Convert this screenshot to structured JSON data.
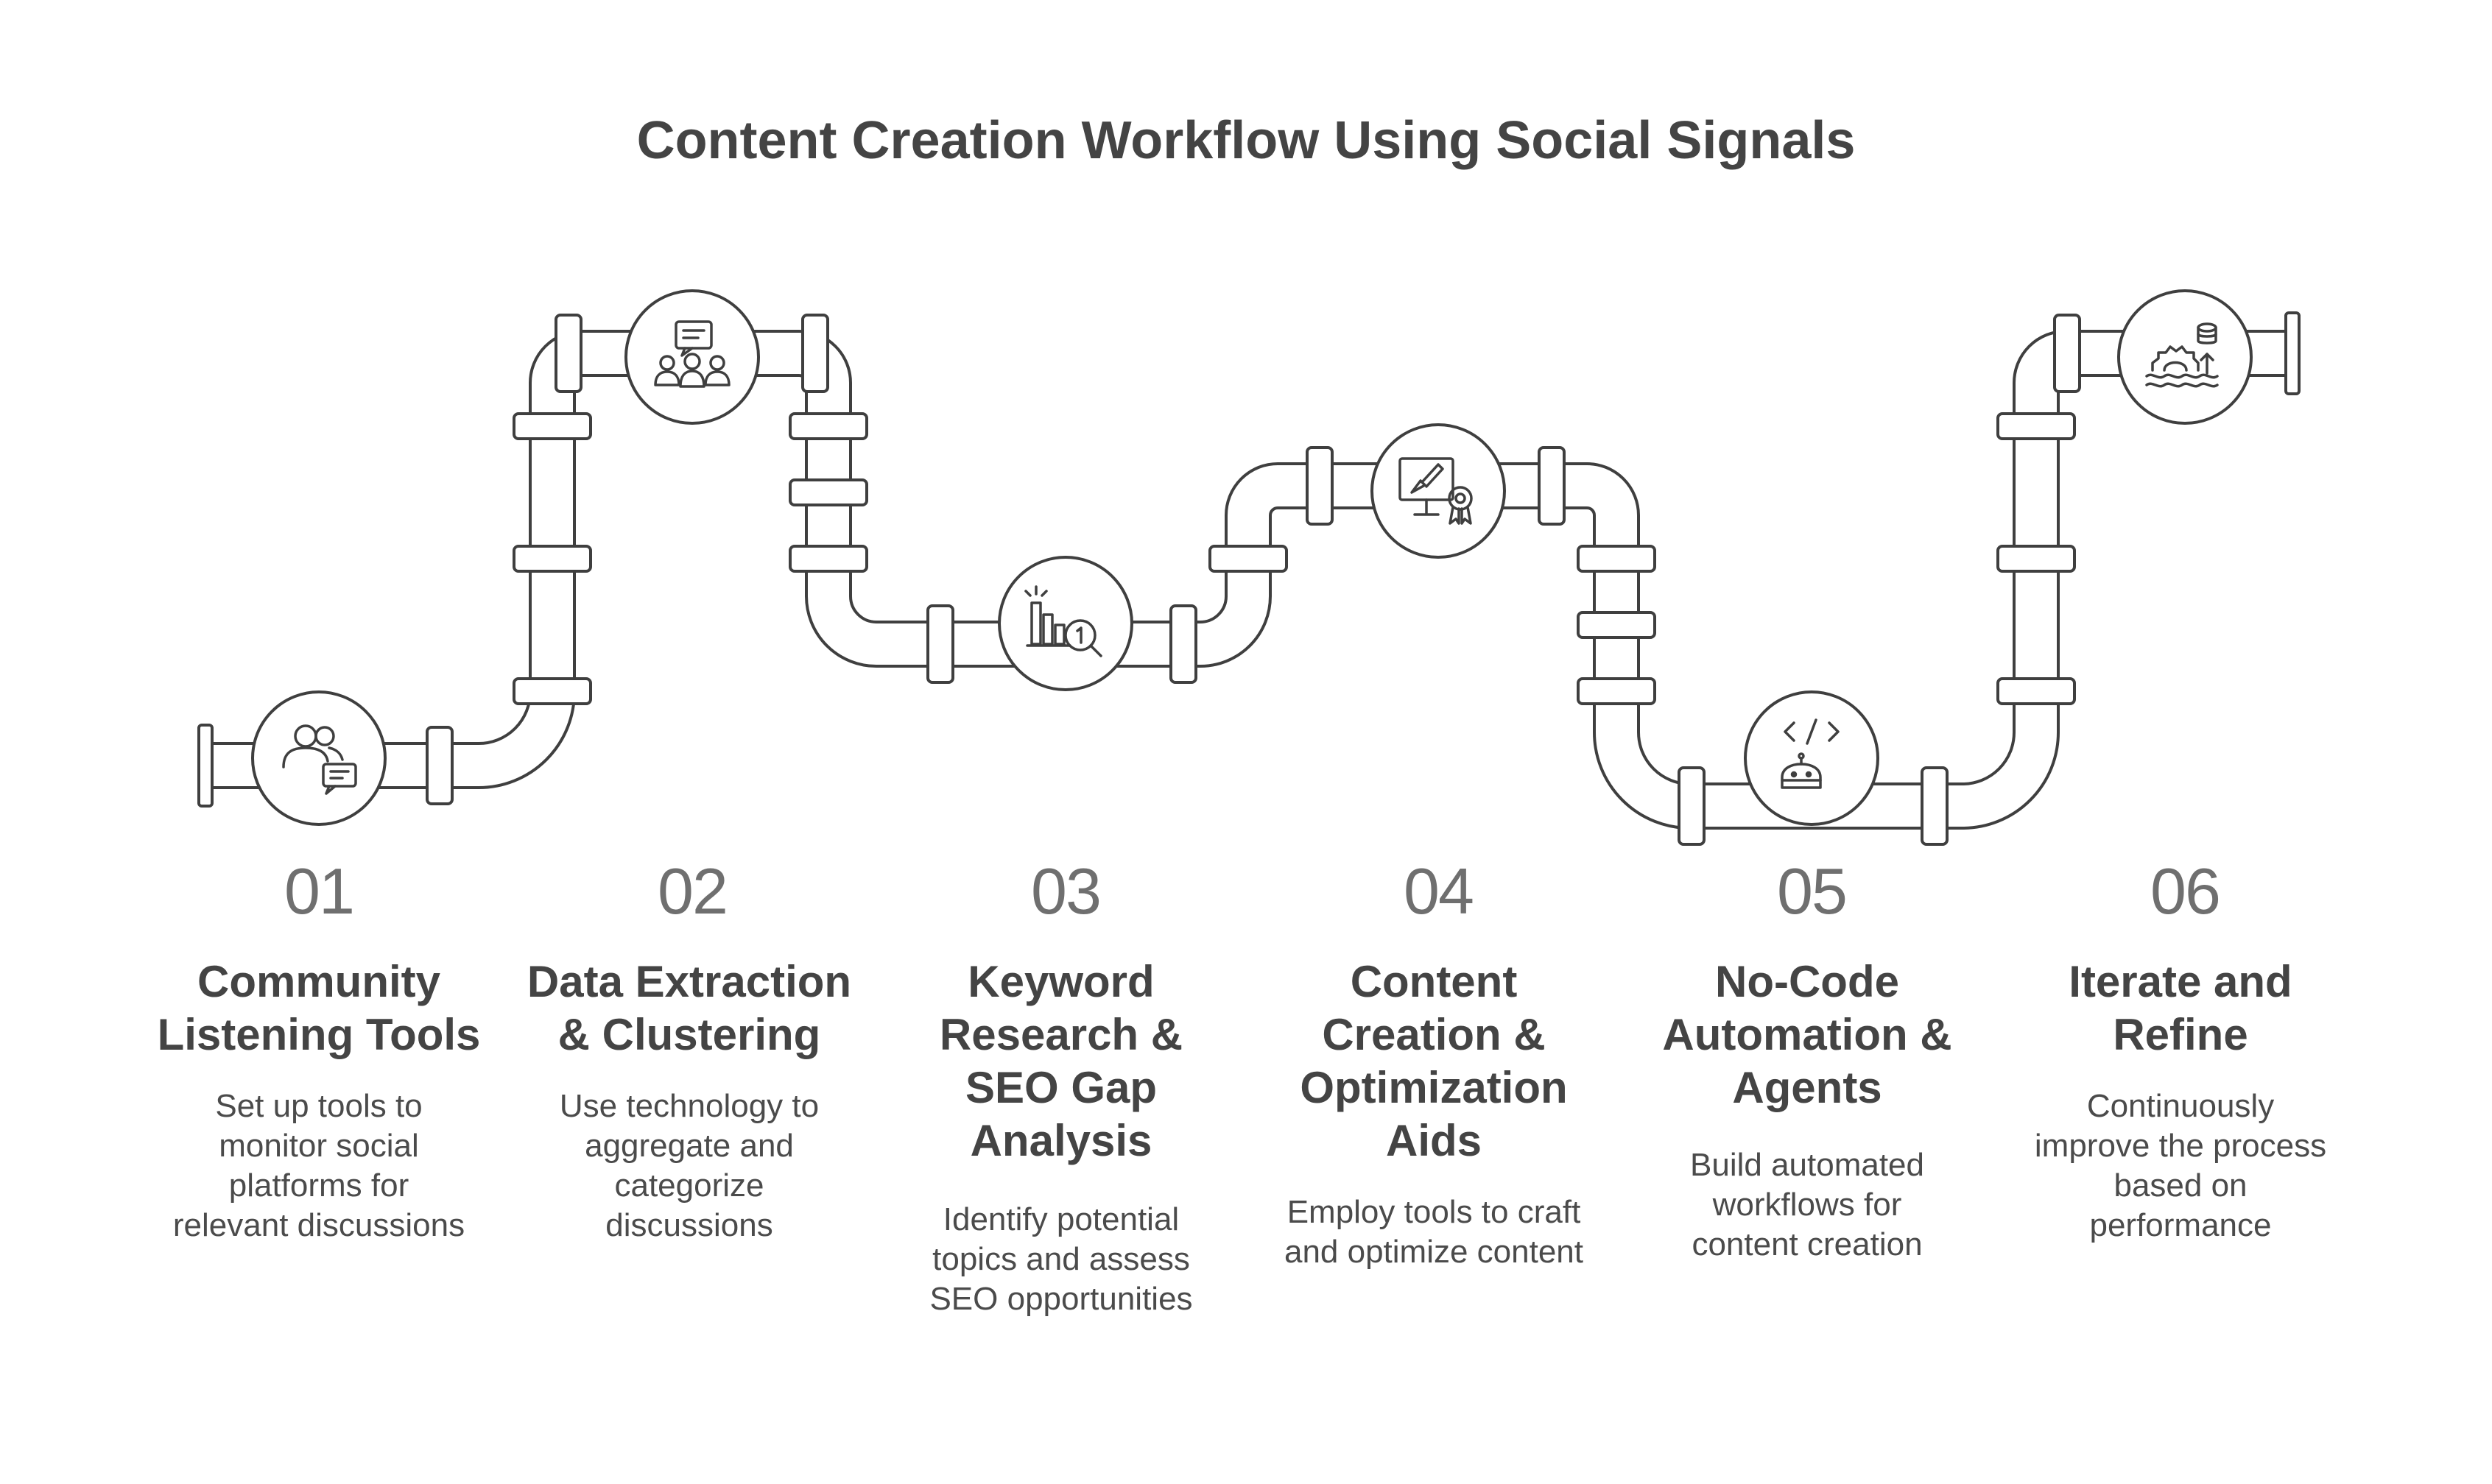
{
  "title": "Content Creation Workflow Using Social Signals",
  "steps": [
    {
      "number": "01",
      "title": "Community\nListening Tools",
      "description": "Set up tools to\nmonitor social\nplatforms for\nrelevant discussions",
      "icon": "users-chat-icon"
    },
    {
      "number": "02",
      "title": "Data Extraction\n& Clustering",
      "description": "Use technology to\naggregate and\ncategorize\ndiscussions",
      "icon": "group-discussion-icon"
    },
    {
      "number": "03",
      "title": "Keyword\nResearch &\nSEO Gap\nAnalysis",
      "description": "Identify potential\ntopics and assess\nSEO opportunities",
      "icon": "ranking-search-icon"
    },
    {
      "number": "04",
      "title": "Content\nCreation &\nOptimization\nAids",
      "description": "Employ tools to craft\nand optimize content",
      "icon": "design-award-icon"
    },
    {
      "number": "05",
      "title": "No-Code\nAutomation &\nAgents",
      "description": "Build automated\nworkflows for\ncontent creation",
      "icon": "code-robot-icon"
    },
    {
      "number": "06",
      "title": "Iterate and\nRefine",
      "description": "Continuously\nimprove the process\nbased on\nperformance",
      "icon": "refine-data-icon"
    }
  ],
  "colors": {
    "line": "#3f3f3f",
    "background": "#ffffff",
    "text": "#444444"
  }
}
